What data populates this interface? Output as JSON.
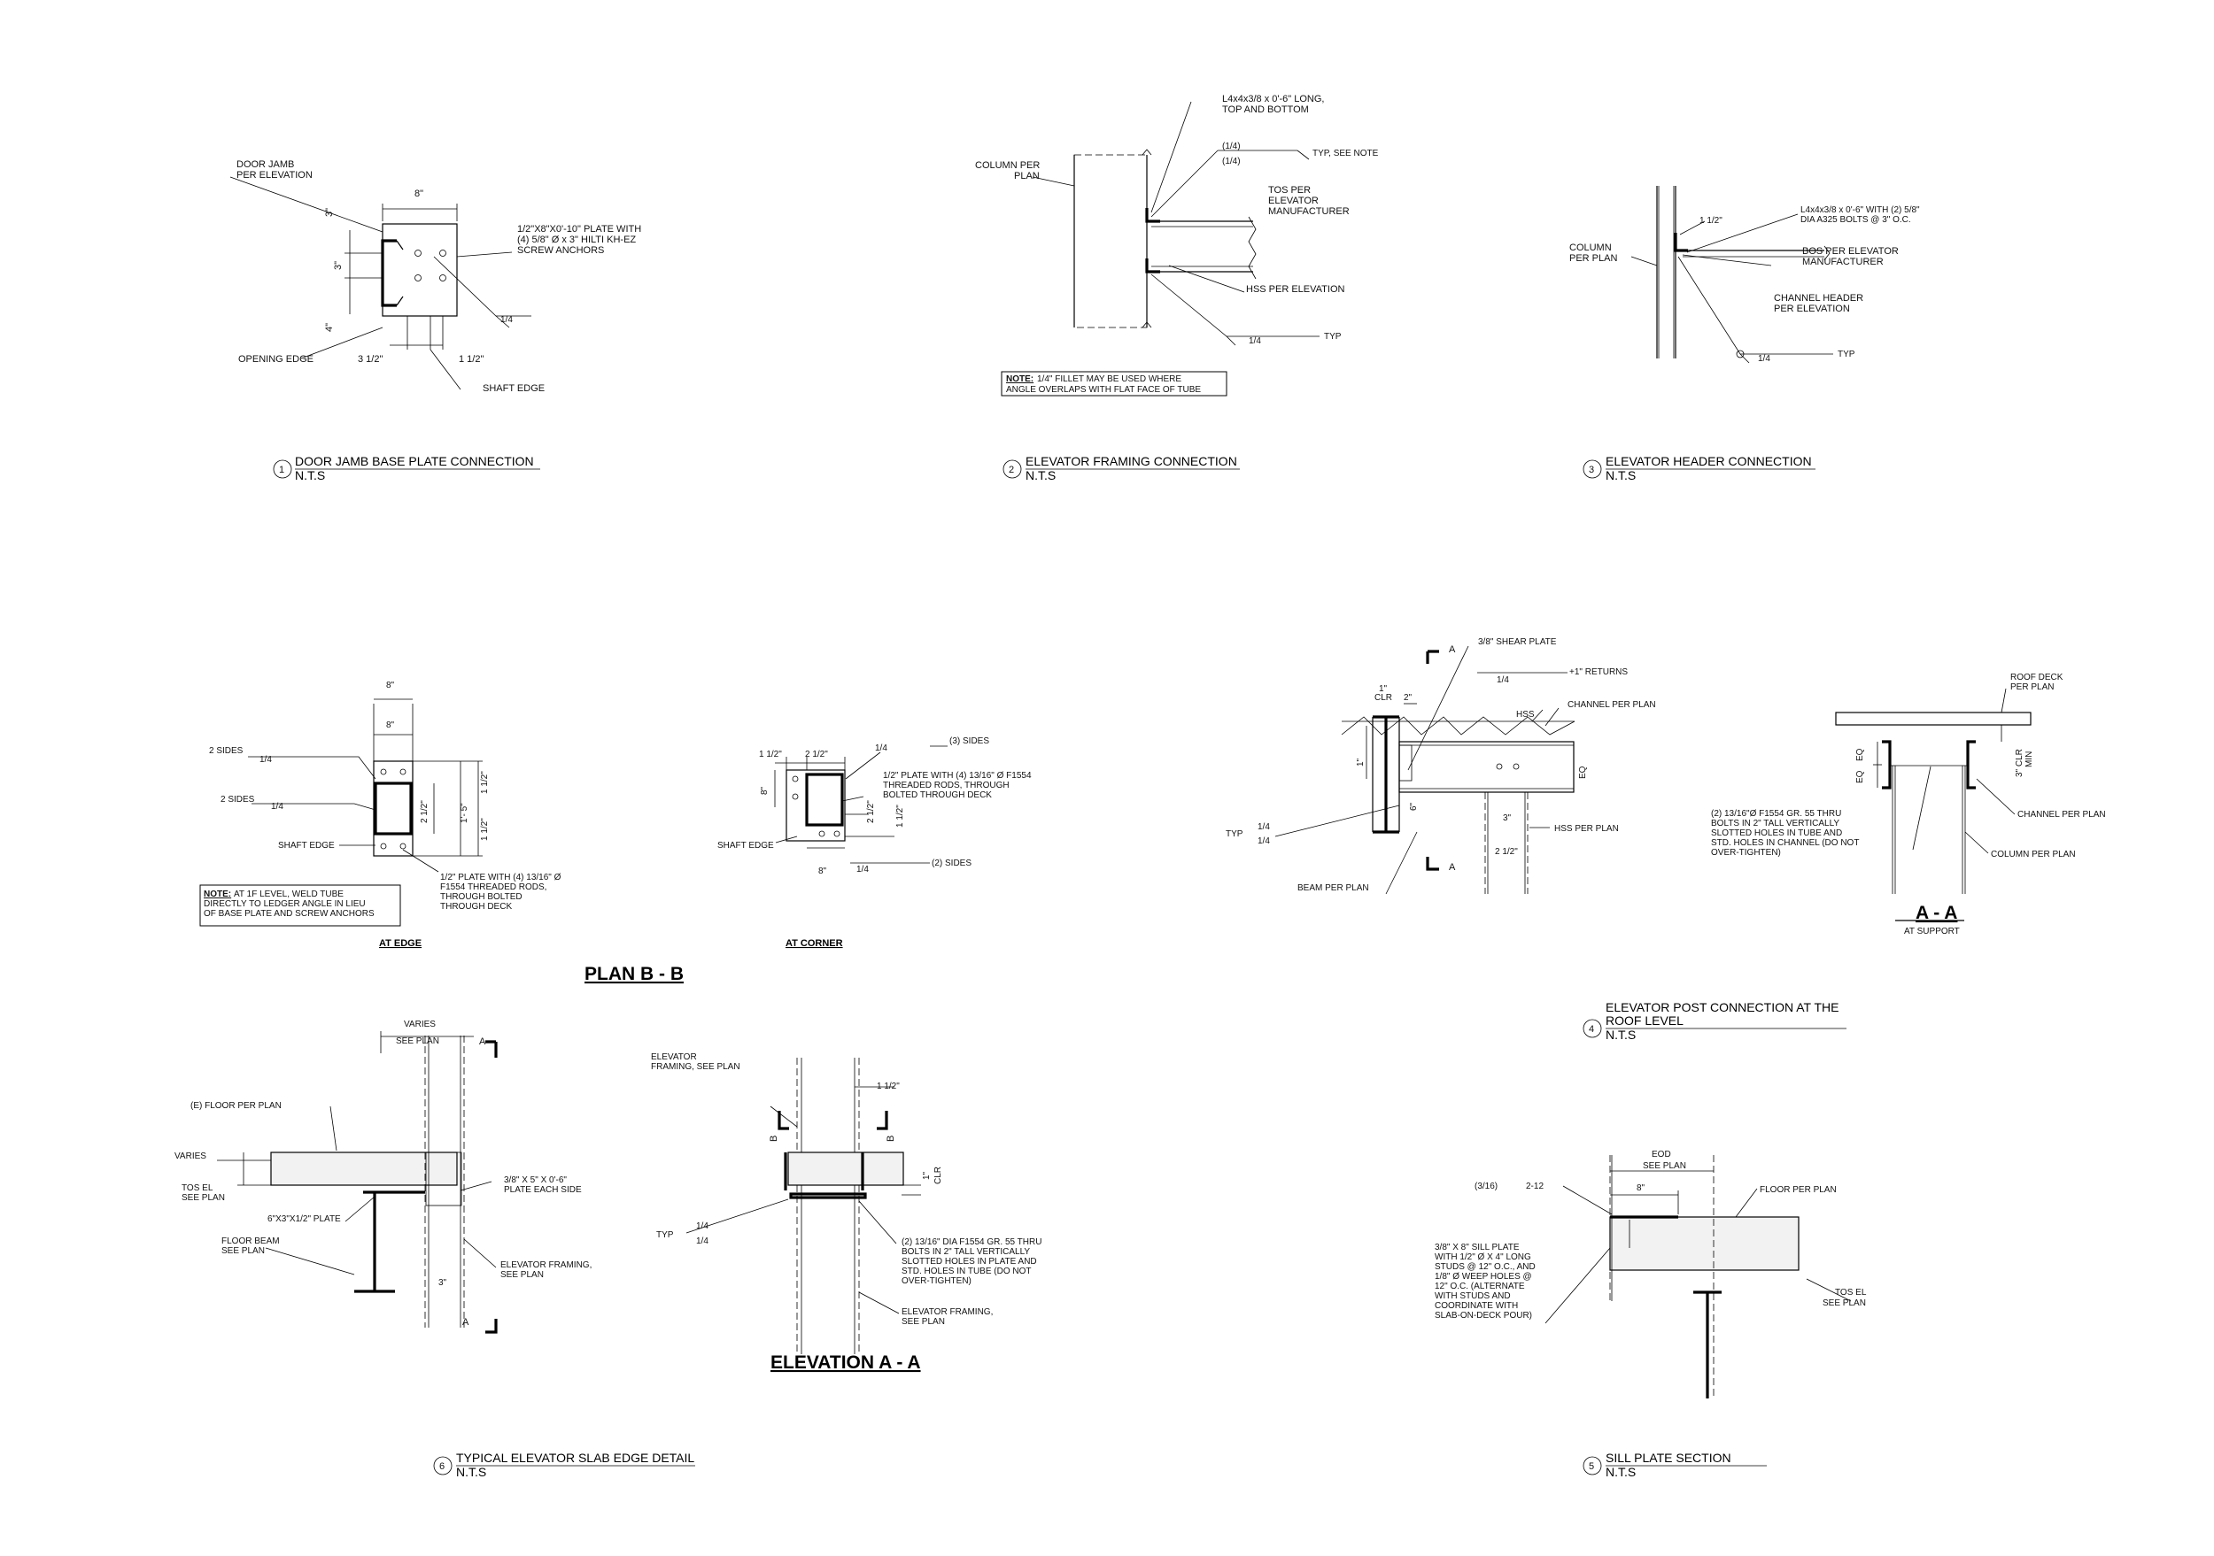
{
  "details": [
    {
      "number": "1",
      "title": "DOOR JAMB BASE PLATE CONNECTION",
      "scale": "N.T.S"
    },
    {
      "number": "2",
      "title": "ELEVATOR FRAMING CONNECTION",
      "scale": "N.T.S"
    },
    {
      "number": "3",
      "title": "ELEVATOR HEADER CONNECTION",
      "scale": "N.T.S"
    },
    {
      "number": "4",
      "title": "ELEVATOR POST CONNECTION AT THE",
      "title2": "ROOF LEVEL",
      "scale": "N.T.S"
    },
    {
      "number": "5",
      "title": "SILL PLATE SECTION",
      "scale": "N.T.S"
    },
    {
      "number": "6",
      "title": "TYPICAL ELEVATOR SLAB EDGE DETAIL",
      "scale": "N.T.S"
    }
  ],
  "d1": {
    "door_jamb": "DOOR JAMB",
    "per_elevation": "PER ELEVATION",
    "dim_8": "8\"",
    "dim_3a": "3\"",
    "dim_3b": "3\"",
    "dim_4": "4\"",
    "plate1": "1/2\"X8\"X0'-10\" PLATE WITH",
    "plate2": "(4) 5/8\" Ø x 3\" HILTI KH-EZ",
    "plate3": "SCREW ANCHORS",
    "weld": "1/4",
    "opening_edge": "OPENING EDGE",
    "dim_3_5": "3 1/2\"",
    "dim_1_5": "1 1/2\"",
    "shaft_edge": "SHAFT EDGE"
  },
  "d2": {
    "angle1": "L4x4x3/8 x 0'-6\" LONG,",
    "angle2": "TOP AND  BOTTOM",
    "col1": "COLUMN PER",
    "col2": "PLAN",
    "w1": "(1/4)",
    "w2": "(1/4)",
    "typ_see": "TYP, SEE NOTE",
    "tos1": "TOS PER",
    "tos2": "ELEVATOR",
    "tos3": "MANUFACTURER",
    "hss": "HSS PER ELEVATION",
    "weld": "1/4",
    "typ": "TYP",
    "note_label": "NOTE:",
    "note1": "1/4\" FILLET MAY BE USED WHERE",
    "note2": "ANGLE OVERLAPS WITH FLAT FACE OF TUBE"
  },
  "d3": {
    "dim": "1 1/2\"",
    "angle1": "L4x4x3/8 x 0'-6\" WITH (2) 5/8\"",
    "angle2": "DIA A325 BOLTS @ 3\" O.C.",
    "col1": "COLUMN",
    "col2": "PER PLAN",
    "bos1": "BOS PER ELEVATOR",
    "bos2": "MANUFACTURER",
    "ch1": "CHANNEL HEADER",
    "ch2": "PER ELEVATION",
    "weld": "1/4",
    "typ": "TYP"
  },
  "edge": {
    "dim8a": "8\"",
    "dim8b": "8\"",
    "sides1": "2 SIDES",
    "w1": "1/4",
    "sides2": "2 SIDES",
    "w2": "1/4",
    "dim_2_5": "2 1/2\"",
    "dim_1_5": "1'- 5\"",
    "dim_1_5a": "1 1/2\"",
    "dim_1_5b": "1 1/2\"",
    "shaft_edge": "SHAFT EDGE",
    "plate1": "1/2\" PLATE WITH (4) 13/16\" Ø",
    "plate2": "F1554 THREADED RODS,",
    "plate3": "THROUGH BOLTED",
    "plate4": "THROUGH DECK",
    "note_label": "NOTE:",
    "note1": "AT 1F LEVEL, WELD TUBE",
    "note2": "DIRECTLY TO LEDGER ANGLE IN LIEU",
    "note3": "OF BASE PLATE AND SCREW ANCHORS",
    "caption": "AT EDGE"
  },
  "corner": {
    "dim_1_5": "1 1/2\"",
    "dim_2_5": "2 1/2\"",
    "w1": "1/4",
    "sides3": "(3) SIDES",
    "dim_8v": "8\"",
    "plate1": "1/2\" PLATE WITH (4) 13/16\" Ø F1554",
    "plate2": "THREADED RODS, THROUGH",
    "plate3": "BOLTED THROUGH DECK",
    "dim_2_5v": "2 1/2\"",
    "dim_1_5v": "1 1/2\"",
    "shaft_edge": "SHAFT EDGE",
    "dim_8h": "8\"",
    "w2": "1/4",
    "sides2": "(2) SIDES",
    "caption": "AT CORNER"
  },
  "plan_bb": "PLAN B - B",
  "d4": {
    "cut_a": "A",
    "shear": "3/8\" SHEAR PLATE",
    "returns": "+1\" RETURNS",
    "w_top": "1/4",
    "dim1": "1\"",
    "clr": "CLR",
    "dim2": "2\"",
    "hss": "HSS",
    "channel": "CHANNEL PER PLAN",
    "dim_1v": "1\"",
    "dim_6": "6\"",
    "eq": "EQ",
    "typ": "TYP",
    "w1": "1/4",
    "w2": "1/4",
    "dim_3": "3\"",
    "hss_plan": "HSS PER PLAN",
    "dim_2_5": "2 1/2\"",
    "beam": "BEAM PER PLAN",
    "cut_a2": "A"
  },
  "aa": {
    "roof1": "ROOF DECK",
    "roof2": "PER PLAN",
    "eq1": "EQ",
    "eq2": "EQ",
    "clr1": "3\" CLR",
    "clr2": "MIN",
    "bolts1": "(2) 13/16\"Ø F1554 GR. 55 THRU",
    "bolts2": "BOLTS IN 2\" TALL VERTICALLY",
    "bolts3": "SLOTTED HOLES IN TUBE AND",
    "bolts4": "STD. HOLES IN CHANNEL (DO NOT",
    "bolts5": "OVER-TIGHTEN)",
    "channel": "CHANNEL PER PLAN",
    "column": "COLUMN PER PLAN",
    "title": "A - A",
    "sub": "AT SUPPORT"
  },
  "d6": {
    "varies_top": "VARIES",
    "see_plan": "SEE PLAN",
    "cut_a": "A",
    "floor": "(E) FLOOR PER PLAN",
    "varies": "VARIES",
    "tos1": "TOS EL",
    "tos2": "SEE PLAN",
    "plate1": "3/8\" X 5\" X 0'-6\"",
    "plate2": "PLATE EACH SIDE",
    "plate3": "6\"X3\"X1/2\" PLATE",
    "beam1": "FLOOR BEAM",
    "beam2": "SEE PLAN",
    "ef1": "ELEVATOR FRAMING,",
    "ef2": "SEE PLAN",
    "dim_3": "3\"",
    "cut_a2": "A"
  },
  "elev_aa": {
    "ef1": "ELEVATOR",
    "ef2": "FRAMING, SEE PLAN",
    "dim_1_5": "1 1/2\"",
    "b1": "B",
    "b2": "B",
    "dim1": "1\"",
    "clr": "CLR",
    "typ": "TYP",
    "w1": "1/4",
    "w2": "1/4",
    "bolts1": "(2) 13/16\" DIA F1554 GR. 55 THRU",
    "bolts2": "BOLTS IN 2\" TALL VERTICALLY",
    "bolts3": "SLOTTED HOLES IN PLATE AND",
    "bolts4": "STD. HOLES IN TUBE (DO NOT",
    "bolts5": "OVER-TIGHTEN)",
    "ef3": "ELEVATOR FRAMING,",
    "ef4": "SEE PLAN",
    "title": "ELEVATION A - A"
  },
  "d5": {
    "eod": "EOD",
    "see_plan": "SEE PLAN",
    "dim_8": "8\"",
    "w1": "(3/16)",
    "w2": "2-12",
    "floor": "FLOOR PER PLAN",
    "sill1": "3/8\" X 8\" SILL PLATE",
    "sill2": "WITH 1/2\" Ø X 4\" LONG",
    "sill3": "STUDS @ 12\" O.C., AND",
    "sill4": "1/8\" Ø WEEP HOLES @",
    "sill5": "12\" O.C. (ALTERNATE",
    "sill6": "WITH STUDS AND",
    "sill7": "COORDINATE WITH",
    "sill8": "SLAB-ON-DECK POUR)",
    "tos1": "TOS EL",
    "tos2": "SEE PLAN"
  }
}
